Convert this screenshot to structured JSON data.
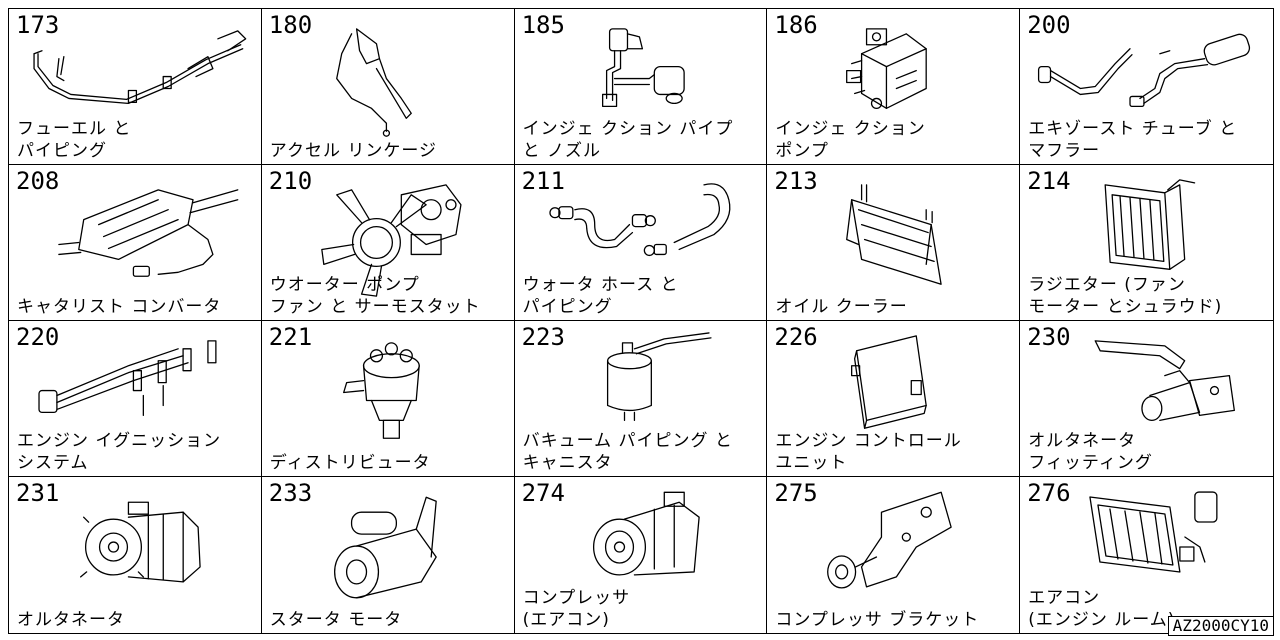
{
  "parts": [
    {
      "number": "173",
      "label": "フューエル と\nパイピング",
      "icon": "fuel-piping-icon"
    },
    {
      "number": "180",
      "label": "アクセル リンケージ",
      "icon": "accelerator-linkage-icon"
    },
    {
      "number": "185",
      "label": "インジェ クション パイプ\nと ノズル",
      "icon": "injection-pipe-nozzle-icon"
    },
    {
      "number": "186",
      "label": "インジェ クション\nポンプ",
      "icon": "injection-pump-icon"
    },
    {
      "number": "200",
      "label": "エキゾースト チューブ と\nマフラー",
      "icon": "exhaust-muffler-icon"
    },
    {
      "number": "208",
      "label": "キャタリスト コンバータ",
      "icon": "catalytic-converter-icon"
    },
    {
      "number": "210",
      "label": "ウオーター ポンプ\nファン と サーモスタット",
      "icon": "water-pump-fan-icon"
    },
    {
      "number": "211",
      "label": "ウォータ ホース と\nパイピング",
      "icon": "water-hose-icon"
    },
    {
      "number": "213",
      "label": "オイル クーラー",
      "icon": "oil-cooler-icon"
    },
    {
      "number": "214",
      "label": "ラジエター (ファン\nモーター とシュラウド)",
      "icon": "radiator-icon"
    },
    {
      "number": "220",
      "label": "エンジン イグニッション\nシステム",
      "icon": "ignition-system-icon"
    },
    {
      "number": "221",
      "label": "ディストリビュータ",
      "icon": "distributor-icon"
    },
    {
      "number": "223",
      "label": "バキューム パイピング と\nキャニスタ",
      "icon": "vacuum-canister-icon"
    },
    {
      "number": "226",
      "label": "エンジン コントロール\nユニット",
      "icon": "engine-control-unit-icon"
    },
    {
      "number": "230",
      "label": "オルタネータ\nフィッティング",
      "icon": "alternator-fitting-icon"
    },
    {
      "number": "231",
      "label": "オルタネータ",
      "icon": "alternator-icon"
    },
    {
      "number": "233",
      "label": "スタータ モータ",
      "icon": "starter-motor-icon"
    },
    {
      "number": "274",
      "label": "コンプレッサ\n(エアコン)",
      "icon": "compressor-icon"
    },
    {
      "number": "275",
      "label": "コンプレッサ ブラケット",
      "icon": "compressor-bracket-icon"
    },
    {
      "number": "276",
      "label": "エアコン\n(エンジン ルーム)",
      "icon": "aircon-engine-room-icon"
    }
  ],
  "diagram_code": "AZ2000CY10"
}
